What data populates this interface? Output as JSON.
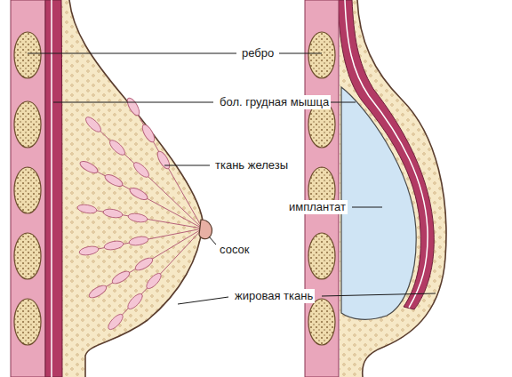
{
  "diagram": {
    "labels": [
      "ребро",
      "бол. грудная мышца",
      "ткань железы",
      "имплантат",
      "сосок",
      "жировая ткань"
    ]
  }
}
